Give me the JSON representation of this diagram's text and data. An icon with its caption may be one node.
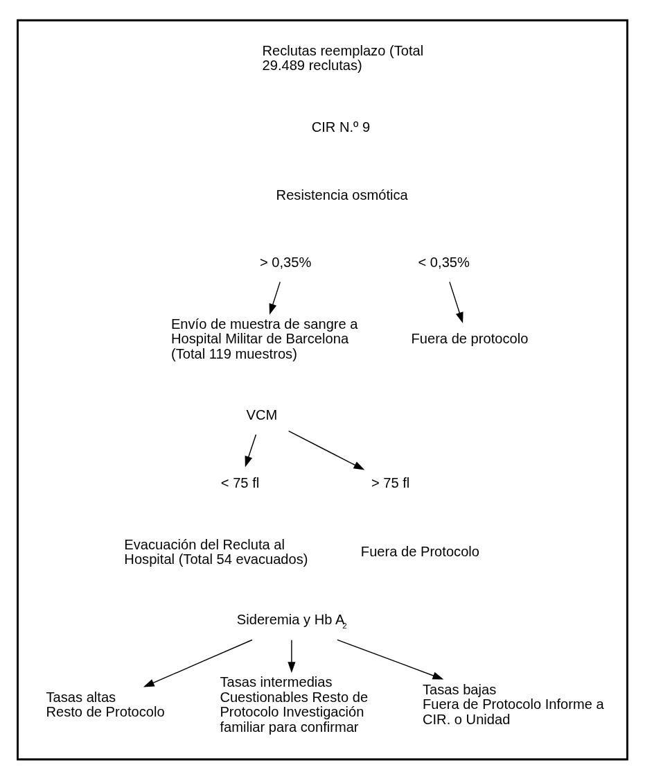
{
  "diagram": {
    "nodes": [
      {
        "text": [],
        "shape": "box"
      },
      {
        "text": [
          "> 0,35%"
        ],
        "in": 0
      },
      {
        "text": [
          "< 0,35%"
        ],
        "in": 0
      },
      {
        "text": [
          "Envío de muestra de sangre a Hospital Militar de Barcelona (Total 119 muestros)"
        ],
        "in": 0
      },
      {
        "text": [
          "Fuera de protocolo"
        ],
        "in": 0
      },
      {
        "text": [
          "VCM"
        ],
        "in": 0
      },
      {
        "text": [
          "< 75 fl"
        ],
        "in": 0
      },
      {
        "text": [
          "> 75 fl"
        ],
        "in": 0
      },
      {
        "text": [
          "Sideremia y Hb A$_{2}$"
        ],
        "in": 0
      },
      {
        "text": [
          "Tasas altas",
          "Resto de Protocolo"
        ],
        "in": 0
      },
      {
        "text": [
          "Tasas intermedias",
          "Cuestionables Resto de Protocolo Investigación familiar para confirmar"
        ],
        "in": 0
      },
      {
        "text": [
          "Tasas bajas",
          "Fuera de Protocolo Informe a CIR. o Unidad"
        ],
        "in": 0
      }
    ],
    "edges": [
      {
        "from": 1,
        "to": 3,
        "arrow": "to"
      },
      {
        "from": 2,
        "to": 4,
        "arrow": "to"
      },
      {
        "from": 5,
        "to": 6,
        "arrow": "to"
      },
      {
        "from": 5,
        "to": 7,
        "arrow": "to"
      },
      {
        "from": 8,
        "to": 9,
        "arrow": "to"
      },
      {
        "from": 8,
        "to": 10,
        "arrow": "to"
      },
      {
        "from": 8,
        "to": 11,
        "arrow": "to"
      }
    ],
    "labels": [
      "Reclutas reemplazo (Total 29.489 reclutas)",
      "CIR N.º 9",
      "Resistencia osmótica",
      "Evacuación del Recluta al Hospital (Total 54 evacuados)",
      "Fuera de Protocolo"
    ]
  }
}
